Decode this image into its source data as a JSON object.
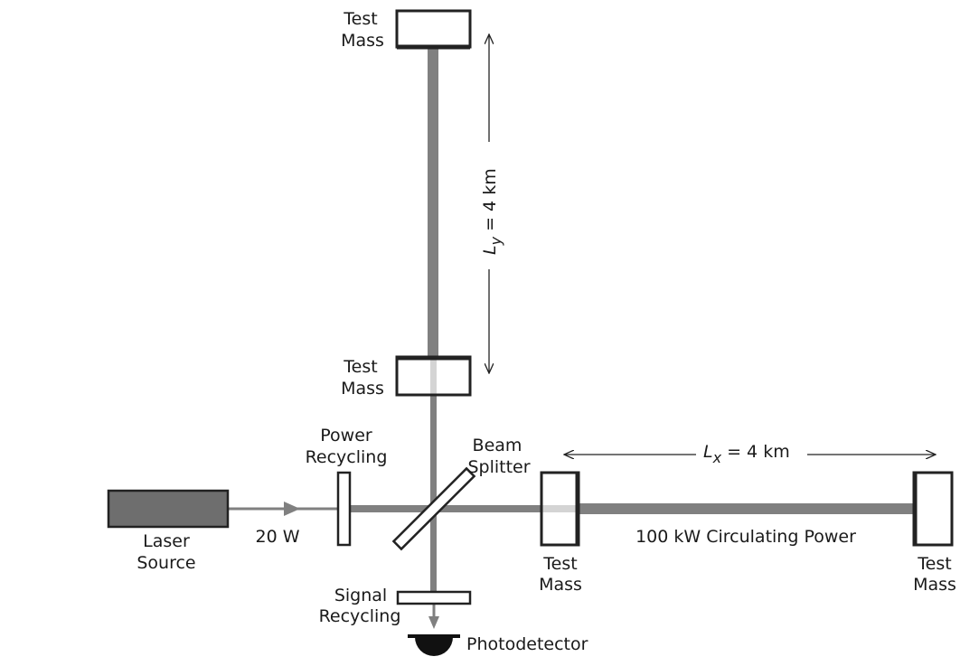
{
  "labels": {
    "test_mass_top": [
      "Test",
      "Mass"
    ],
    "test_mass_inner_y": [
      "Test",
      "Mass"
    ],
    "test_mass_inner_x": [
      "Test",
      "Mass"
    ],
    "test_mass_end_x": [
      "Test",
      "Mass"
    ],
    "power_recycling": [
      "Power",
      "Recycling"
    ],
    "beam_splitter": [
      "Beam",
      "Splitter"
    ],
    "laser_source": [
      "Laser",
      "Source"
    ],
    "signal_recycling": [
      "Signal",
      "Recycling"
    ],
    "photodetector": "Photodetector",
    "input_power": "20 W",
    "circulating_power": "100 kW Circulating Power",
    "arm_x": {
      "symbol": "L",
      "subscript": "x",
      "value": " = 4 km"
    },
    "arm_y": {
      "symbol": "L",
      "subscript": "y",
      "value": " = 4 km"
    }
  },
  "colors": {
    "beam": "#808080",
    "beam_through_mirror": "#d4d4d4",
    "laser_body": "#6e6e6e",
    "outline": "#222222",
    "detector": "#111111"
  }
}
